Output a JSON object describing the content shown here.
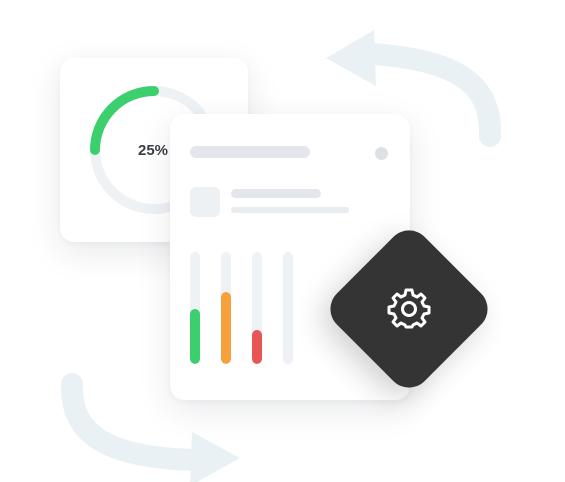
{
  "progress": {
    "label": "25%",
    "value": 0.25,
    "color": "#3ccf6e",
    "track_color": "#eef2f5"
  },
  "bar_chart": {
    "values": [
      0.49,
      0.64,
      0.3,
      0
    ],
    "colors": [
      "#3ccf6e",
      "#f7a13d",
      "#e85555",
      "#eef2f6"
    ]
  },
  "settings_tile": {
    "icon": "gear-icon",
    "color": "#343434"
  },
  "arrow_color": "#eaf1f5"
}
